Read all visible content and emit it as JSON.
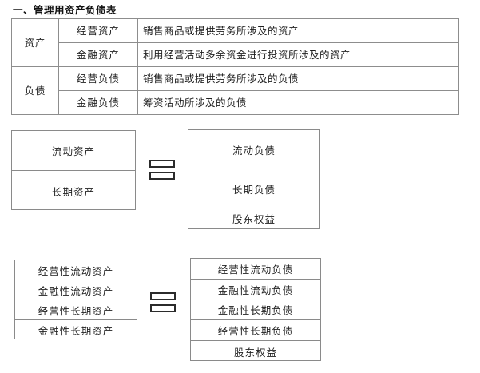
{
  "section": {
    "title": "一、管理用资产负债表"
  },
  "definition_table": {
    "rows": [
      {
        "category": "资产",
        "category_rowspan": 2,
        "subtype": "经营资产",
        "description": "销售商品或提供劳务所涉及的资产"
      },
      {
        "category": "",
        "subtype": "金融资产",
        "description": "利用经营活动多余资金进行投资所涉及的资产"
      },
      {
        "category": "负债",
        "category_rowspan": 2,
        "subtype": "经营负债",
        "description": "销售商品或提供劳务所涉及的负债"
      },
      {
        "category": "",
        "subtype": "金融负债",
        "description": "筹资活动所涉及的负债"
      }
    ]
  },
  "equation_simple": {
    "operator": "=",
    "left_side": {
      "items": [
        "流动资产",
        "长期资产"
      ]
    },
    "right_side": {
      "items": [
        "流动负债",
        "长期负债",
        "股东权益"
      ]
    }
  },
  "equation_detailed": {
    "operator": "=",
    "left_side": {
      "items": [
        "经营性流动资产",
        "金融性流动资产",
        "经营性长期资产",
        "金融性长期资产"
      ]
    },
    "right_side": {
      "items": [
        "经营性流动负债",
        "金融性流动负债",
        "金融性长期负债",
        "经营性长期负债",
        "股东权益"
      ]
    }
  },
  "colors": {
    "border": "#8a8a8a",
    "text": "#1f1f1f",
    "background": "#ffffff",
    "equals_glyph": "#2b2b2b"
  }
}
